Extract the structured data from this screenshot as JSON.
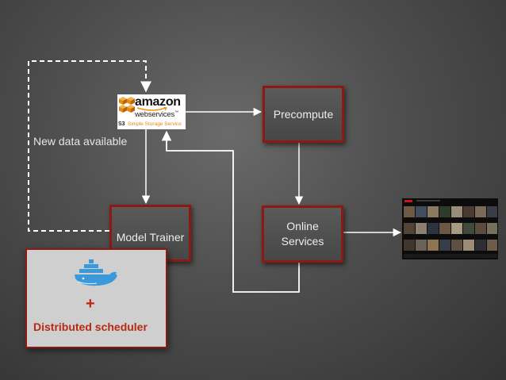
{
  "diagram": {
    "nodes": {
      "precompute": "Precompute",
      "model_trainer": "Model Trainer",
      "online_services_line1": "Online",
      "online_services_line2": "Services"
    },
    "labels": {
      "new_data": "New data available"
    },
    "aws_logo": {
      "brand": "amazon",
      "sub": "webservices",
      "tm": "™",
      "s3": "S3",
      "service": "Simple Storage Service"
    },
    "docker_panel": {
      "plus": "+",
      "caption": "Distributed scheduler"
    },
    "colors": {
      "node_border": "#8b1a14",
      "accent_red": "#b82a12",
      "docker_blue": "#3a9ad9",
      "aws_orange": "#f29111"
    },
    "icons": [
      "docker-whale-icon",
      "aws-s3-logo",
      "netflix-ui-thumbnail"
    ]
  }
}
